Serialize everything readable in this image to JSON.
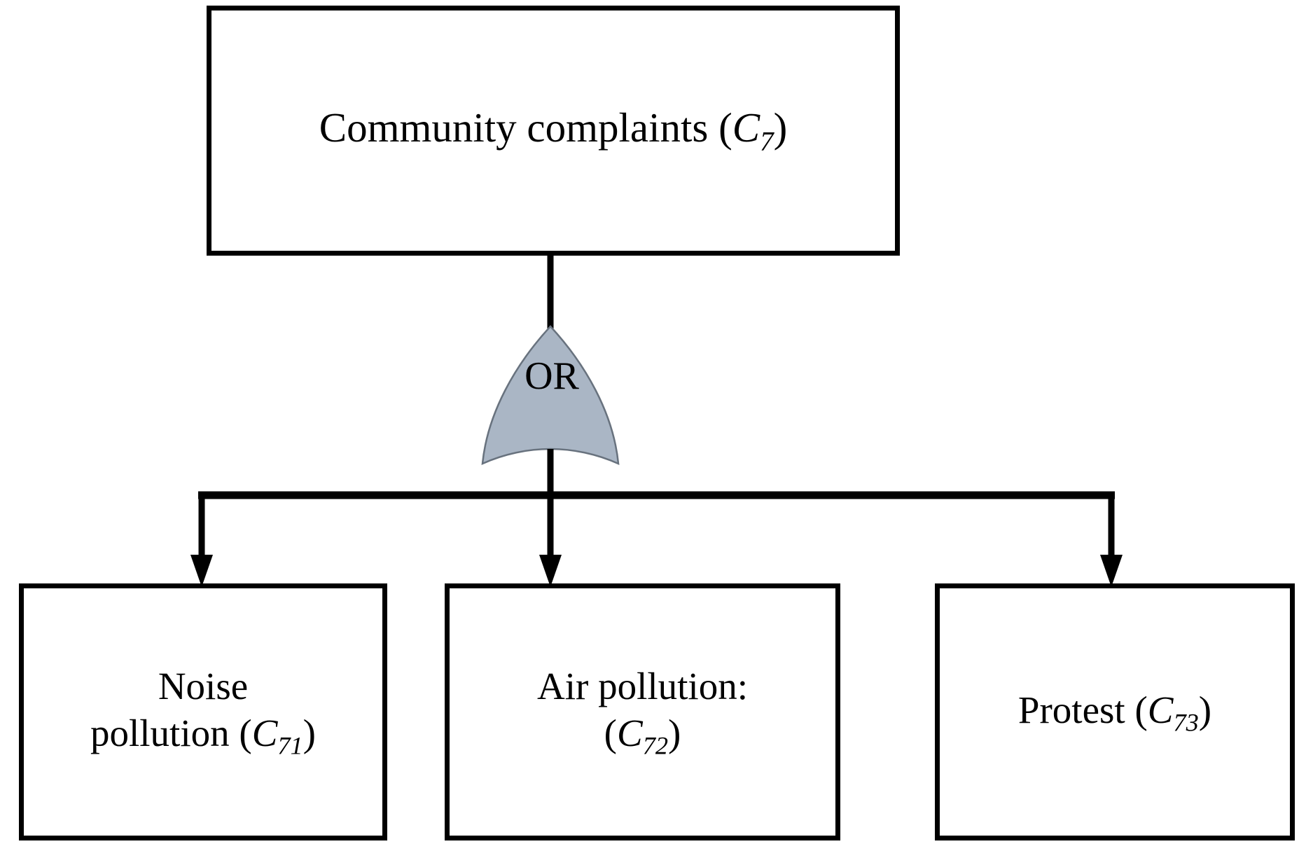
{
  "diagram": {
    "type": "fault-tree",
    "colors": {
      "gate_fill": "#aab6c5",
      "gate_stroke": "#5a6470",
      "line": "#000000",
      "box_border": "#000000",
      "box_fill": "#ffffff",
      "background": "#ffffff",
      "text": "#000000"
    },
    "top_event": {
      "label_text": "Community complaints",
      "code_prefix": "C",
      "code_subscript": "7",
      "full_label": "Community complaints (C7)"
    },
    "gate": {
      "kind": "OR",
      "label": "OR"
    },
    "basic_events": [
      {
        "line1": "Noise",
        "line2": "pollution",
        "code_prefix": "C",
        "code_subscript": "71",
        "full_label": "Noise pollution (C71)"
      },
      {
        "line1": "Air pollution:",
        "line2": "",
        "code_prefix": "C",
        "code_subscript": "72",
        "full_label": "Air pollution: (C72)"
      },
      {
        "line1": "Protest",
        "line2": "",
        "code_prefix": "C",
        "code_subscript": "73",
        "full_label": "Protest (C73)"
      }
    ]
  }
}
